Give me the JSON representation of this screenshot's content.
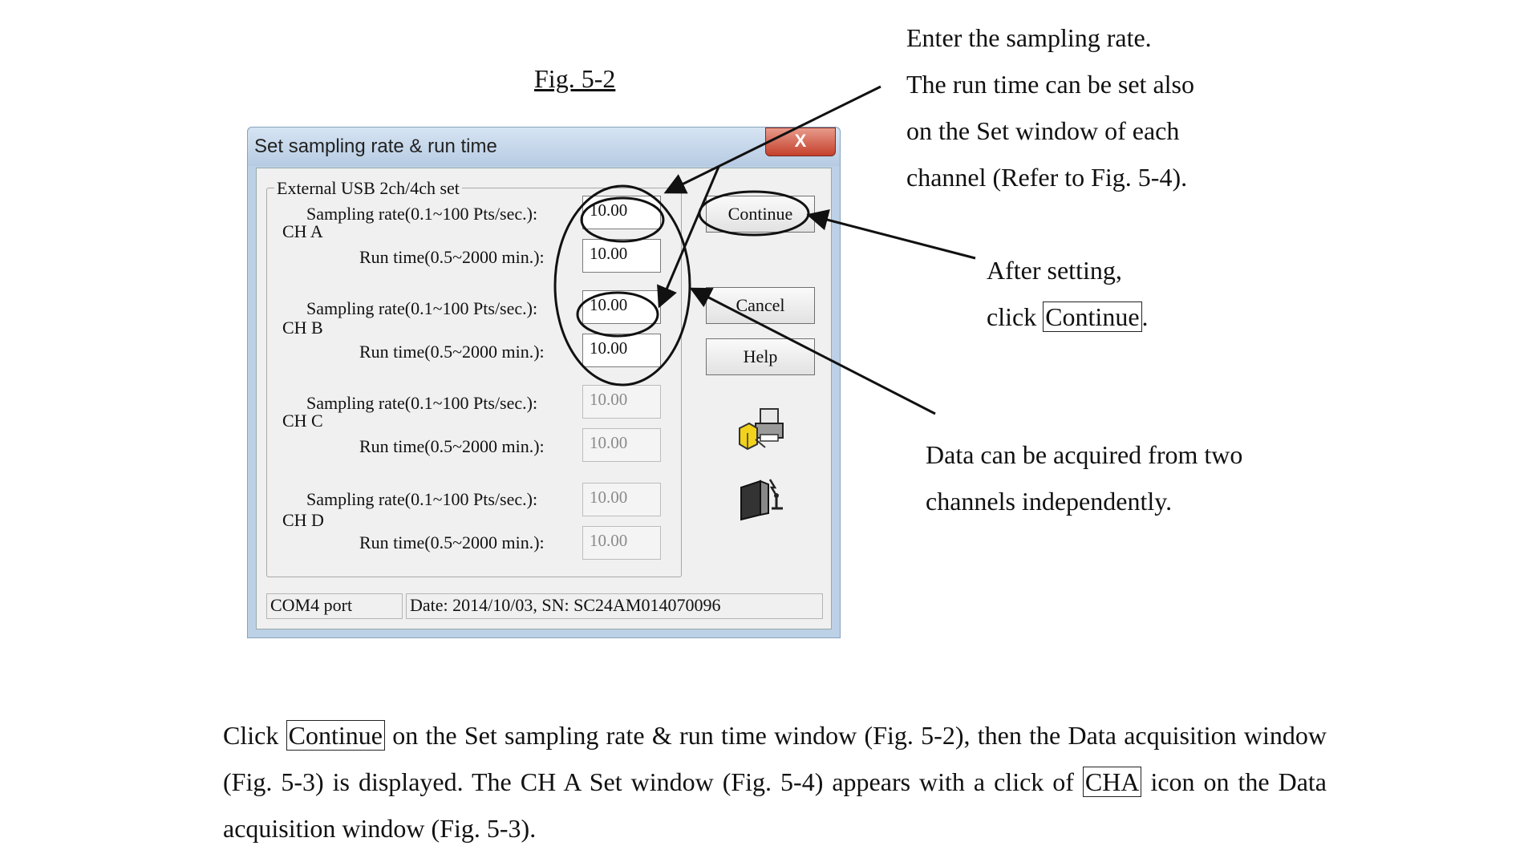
{
  "figure": {
    "caption": "Fig. 5-2"
  },
  "dialog": {
    "title": "Set sampling rate & run time",
    "close_label": "X",
    "group_title": "External USB 2ch/4ch set",
    "sampling_label": "Sampling rate(0.1~100 Pts/sec.):",
    "runtime_label": "Run time(0.5~2000 min.):",
    "channels": [
      {
        "name": "CH A",
        "sampling_rate": "10.00",
        "run_time": "10.00",
        "enabled": true
      },
      {
        "name": "CH B",
        "sampling_rate": "10.00",
        "run_time": "10.00",
        "enabled": true
      },
      {
        "name": "CH C",
        "sampling_rate": "10.00",
        "run_time": "10.00",
        "enabled": false
      },
      {
        "name": "CH D",
        "sampling_rate": "10.00",
        "run_time": "10.00",
        "enabled": false
      }
    ],
    "buttons": {
      "continue": "Continue",
      "cancel": "Cancel",
      "help": "Help"
    },
    "icons": [
      "printer-database-icon",
      "usb-device-icon"
    ],
    "status": {
      "port": "COM4 port",
      "info": "Date: 2014/10/03, SN: SC24AM014070096"
    }
  },
  "annotations": {
    "top_lines": [
      "Enter the sampling rate.",
      "The run time can be set also",
      "on the Set window of each",
      "channel (Refer to Fig. 5-4)."
    ],
    "after_line1": "After setting,",
    "after_line2_prefix": "click ",
    "after_line2_boxed": "Continue",
    "after_line2_suffix": ".",
    "data_lines": [
      "Data can be acquired from two",
      "channels independently."
    ]
  },
  "paragraph": {
    "p1": "Click ",
    "p1_boxed": "Continue",
    "p2": " on the Set sampling rate & run time window (Fig. 5-2), then the Data acquisition window (Fig. 5-3) is displayed. The CH A Set window (Fig. 5-4) appears with a click of ",
    "p2_boxed": "CHA",
    "p3": " icon on the Data acquisition window (Fig. 5-3)."
  }
}
